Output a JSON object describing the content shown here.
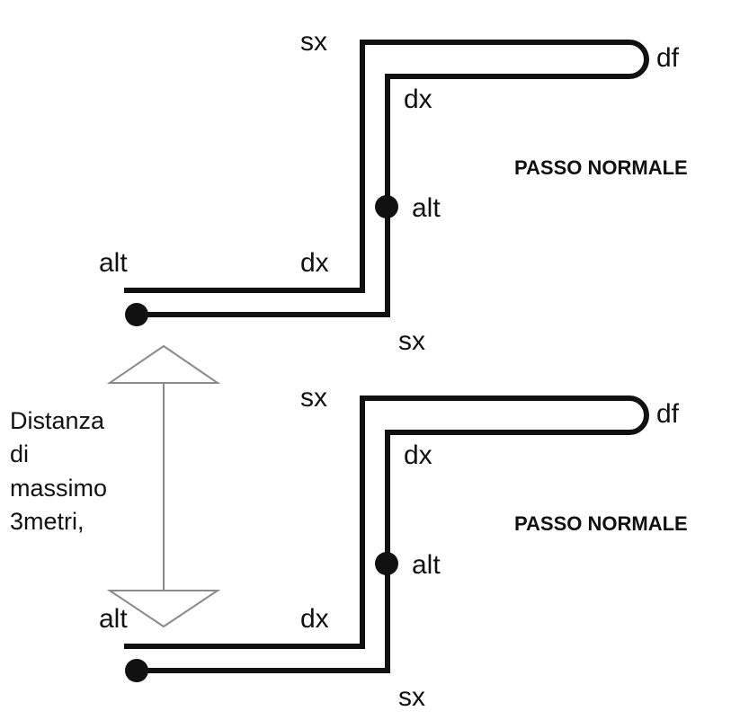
{
  "diagram_1": {
    "labels": {
      "sx_top": "sx",
      "df": "df",
      "dx_right": "dx",
      "caption": "PASSO NORMALE",
      "alt_middle": "alt",
      "alt_left": "alt",
      "dx_left": "dx",
      "sx_bottom": "sx"
    }
  },
  "diagram_2": {
    "labels": {
      "sx_top": "sx",
      "df": "df",
      "dx_right": "dx",
      "caption": "PASSO NORMALE",
      "alt_middle": "alt",
      "alt_left": "alt",
      "dx_left": "dx",
      "sx_bottom": "sx"
    }
  },
  "distance_note": {
    "lines": [
      "Distanza",
      "di",
      "massimo",
      "3metri,"
    ]
  },
  "colors": {
    "line": "#111111",
    "arrow": "#8a8a8a",
    "background": "#ffffff"
  }
}
